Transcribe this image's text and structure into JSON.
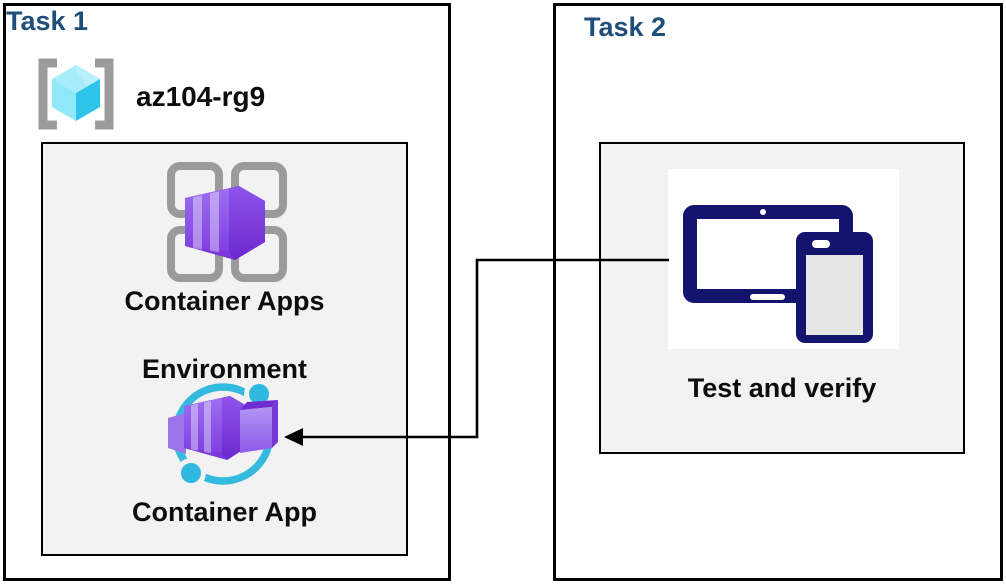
{
  "diagram": {
    "task1": {
      "title": "Task 1",
      "resource_group": {
        "icon": "resource-group-icon",
        "name": "az104-rg9"
      },
      "environment": {
        "icon": "container-apps-environment-icon",
        "label_line1": "Container Apps",
        "label_line2": "Environment"
      },
      "container_app": {
        "icon": "container-app-icon",
        "label": "Container App"
      }
    },
    "task2": {
      "title": "Task 2",
      "test_verify": {
        "icon": "devices-icon",
        "label": "Test and verify"
      }
    },
    "connector": {
      "from": "test-and-verify",
      "to": "container-app",
      "style": "elbow-arrow"
    }
  },
  "colors": {
    "heading_blue": "#1F4E79",
    "border_black": "#000000",
    "panel_gray": "#F2F2F2",
    "bracket_gray": "#9C9C9C",
    "grid_gray": "#9B9B9B",
    "cube_top": "#A7ECFA",
    "cube_left": "#8FE7F8",
    "cube_right": "#2EC4E9",
    "container_purple": "#7936D8",
    "container_purple_light": "#9C6FF0",
    "ring_cyan": "#35BADF",
    "device_navy": "#14146E",
    "device_screen_gray": "#E6E6E6"
  }
}
